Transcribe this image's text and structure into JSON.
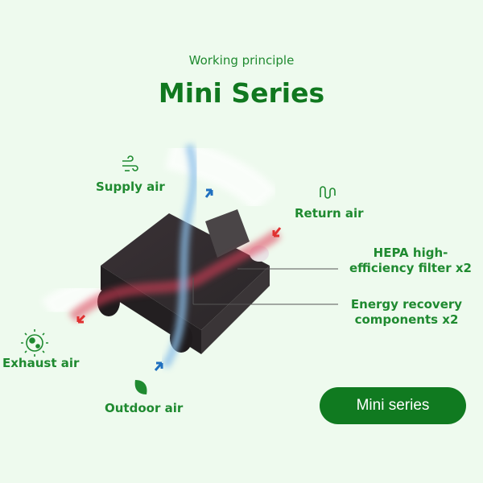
{
  "header": {
    "subtitle": "Working principle",
    "title": "Mini Series"
  },
  "labels": {
    "supply": "Supply air",
    "return": "Return air",
    "exhaust": "Exhaust air",
    "outdoor": "Outdoor air",
    "hepa_line1": "HEPA high-",
    "hepa_line2": "efficiency filter x2",
    "erv_line1": "Energy recovery",
    "erv_line2": "components x2"
  },
  "icons": {
    "supply": "wind-icon",
    "return": "airflow-icon",
    "exhaust": "virus-icon",
    "outdoor": "leaf-icon"
  },
  "button": {
    "label": "Mini series"
  },
  "colors": {
    "background": "#eefaee",
    "green": "#1f8a30",
    "button": "#107a20",
    "warm": "#e0405a",
    "cool": "#3a78c8"
  }
}
